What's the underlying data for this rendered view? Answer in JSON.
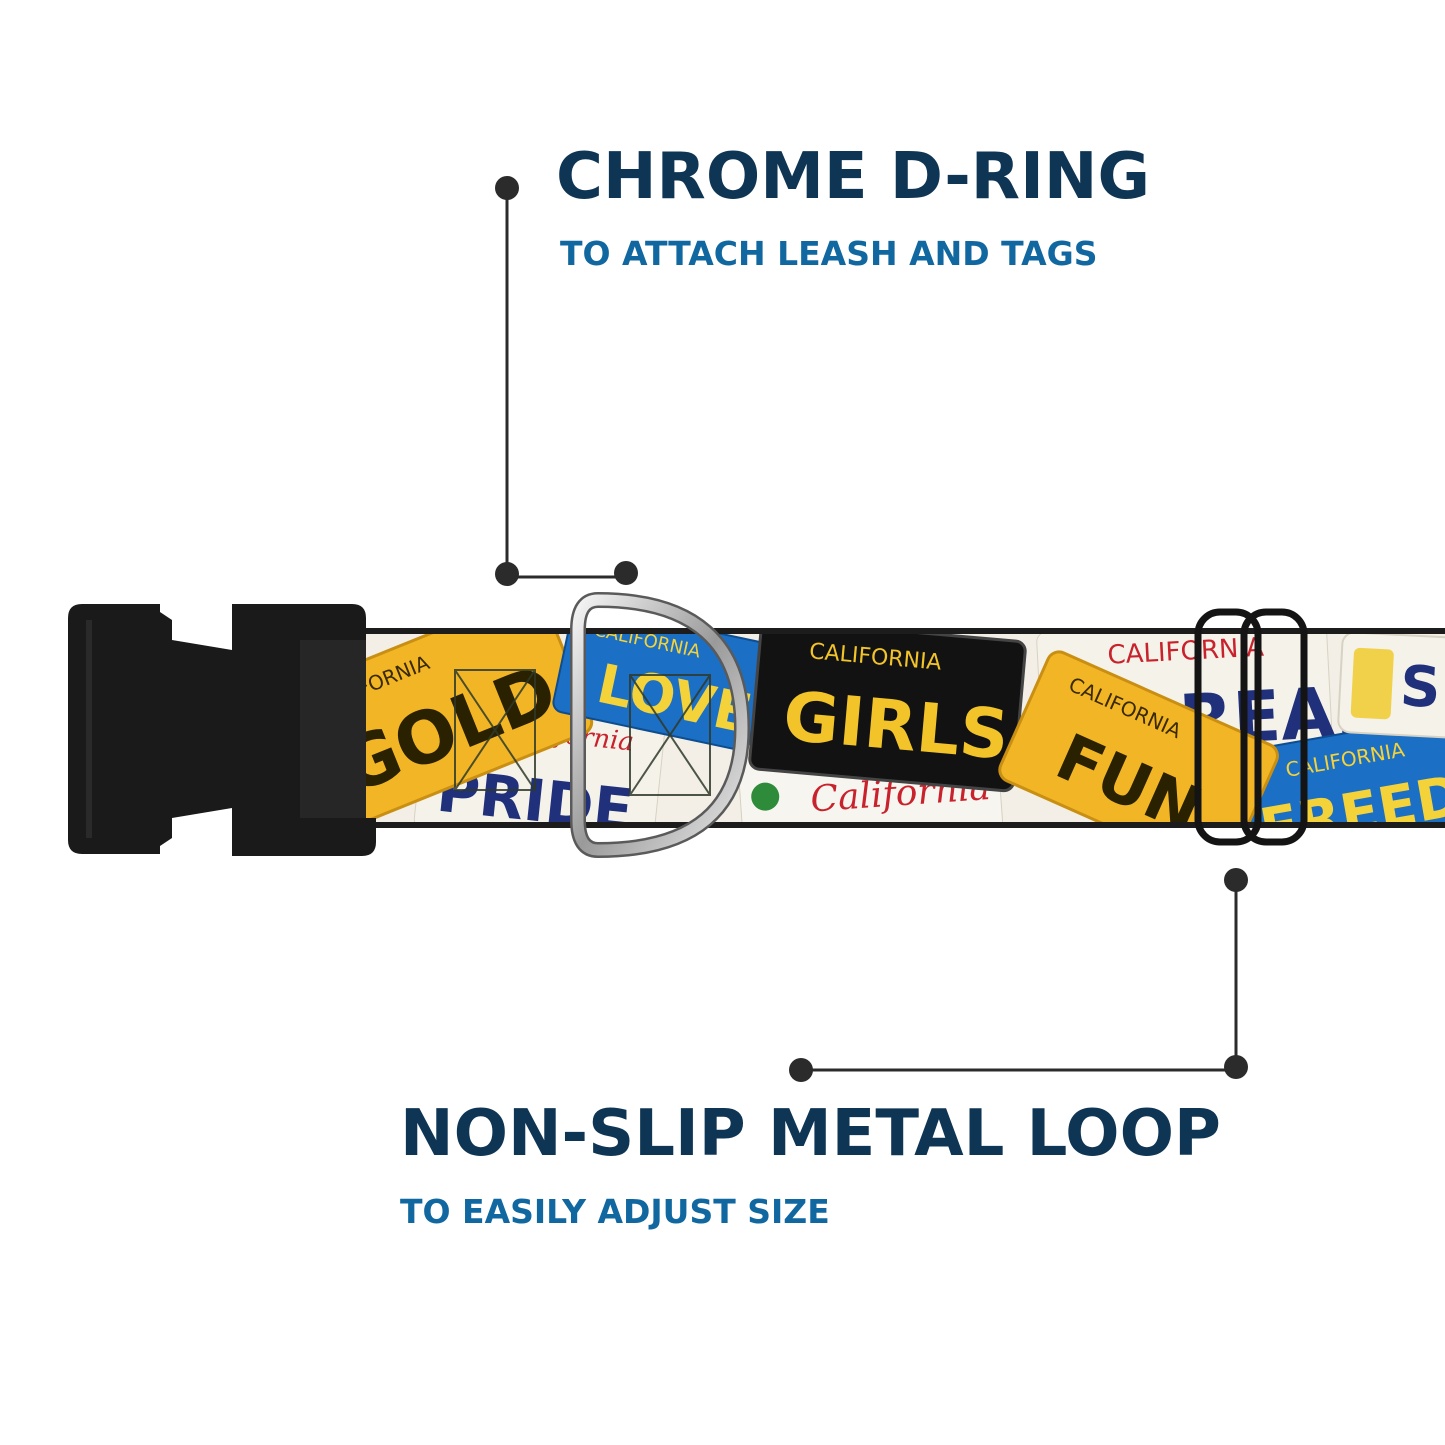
{
  "callouts": {
    "d_ring": {
      "title": "CHROME D-RING",
      "subtitle": "TO ATTACH LEASH AND TAGS"
    },
    "metal_loop": {
      "title": "NON-SLIP METAL LOOP",
      "subtitle": "TO EASILY ADJUST SIZE"
    }
  },
  "collar_print": {
    "plates": [
      {
        "state": "CALIFORNIA",
        "word": "GOLD"
      },
      {
        "state": "CALIFORNIA",
        "word": "LOVE"
      },
      {
        "state": "California",
        "word": "PRIDE"
      },
      {
        "state": "CALIFORNIA",
        "word": "GIRLS"
      },
      {
        "state": "California",
        "word": ""
      },
      {
        "state": "CALIFORNIA",
        "word": "DREAM"
      },
      {
        "state": "CALIFORNIA",
        "word": "FUN"
      },
      {
        "state": "CALIFORNIA",
        "word": "FREEDOM"
      },
      {
        "state": "",
        "word": "S"
      }
    ]
  },
  "colors": {
    "title": "#0f3554",
    "subtitle": "#1167a0",
    "leader_line": "#2b2b2b",
    "buckle": "#1a1a1a",
    "plate_yellow": "#f2b526",
    "plate_blue": "#1b6fc4",
    "plate_black": "#121212",
    "plate_white": "#f4f1ea"
  }
}
